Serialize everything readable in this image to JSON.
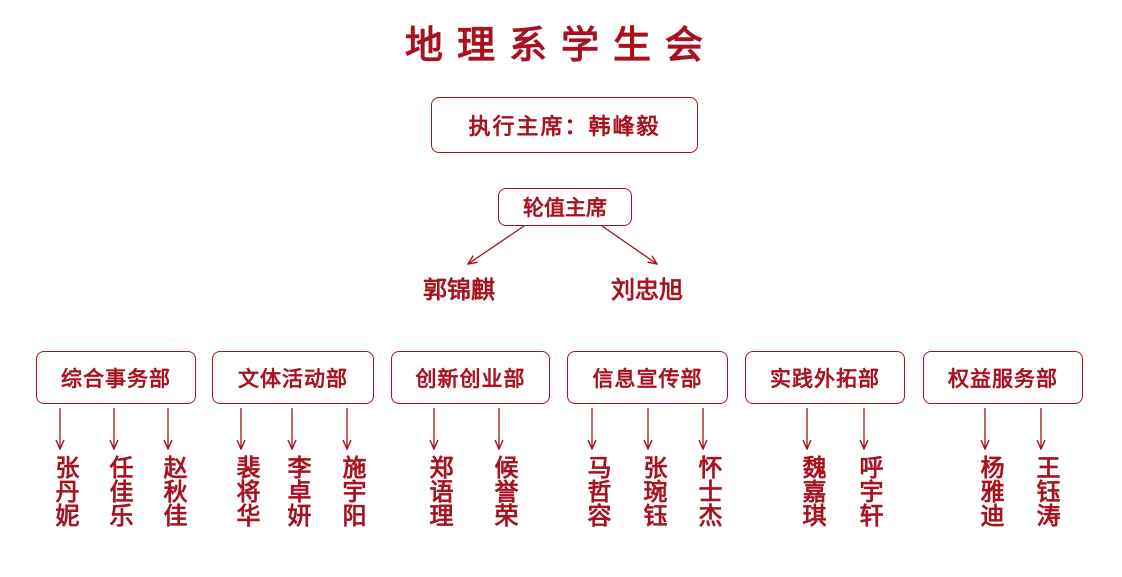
{
  "title": "地理系学生会",
  "executive_chair": "执行主席：韩峰毅",
  "rotating_chair": {
    "label": "轮值主席",
    "members": [
      "郭锦麒",
      "刘忠旭"
    ]
  },
  "departments": [
    {
      "name": "综合事务部",
      "members": [
        "张丹妮",
        "任佳乐",
        "赵秋佳"
      ]
    },
    {
      "name": "文体活动部",
      "members": [
        "裴将华",
        "李卓妍",
        "施宇阳"
      ]
    },
    {
      "name": "创新创业部",
      "members": [
        "郑语理",
        "候誉荣"
      ]
    },
    {
      "name": "信息宣传部",
      "members": [
        "马哲容",
        "张琬钰",
        "怀士杰"
      ]
    },
    {
      "name": "实践外拓部",
      "members": [
        "魏嘉琪",
        "呼宇轩"
      ]
    },
    {
      "name": "权益服务部",
      "members": [
        "杨雅迪",
        "王钰涛"
      ]
    }
  ],
  "colors": {
    "accent": "#a8121e",
    "background": "#ffffff"
  }
}
